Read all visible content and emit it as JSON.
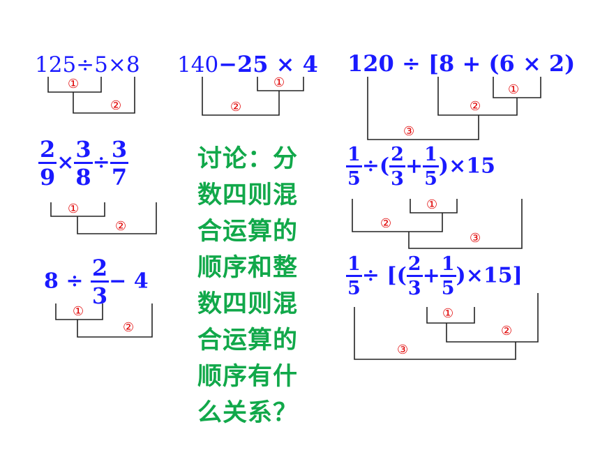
{
  "expressions": {
    "e1": {
      "text": "125÷5×8",
      "labels": [
        "①",
        "②"
      ]
    },
    "e2": {
      "a": "140",
      "b": "−25 × 4",
      "labels": [
        "①",
        "②"
      ]
    },
    "e3": {
      "text": "120 ÷ [8 + (6 × 2)",
      "labels": [
        "①",
        "②",
        "③"
      ]
    },
    "e4": {
      "f1n": "2",
      "f1d": "9",
      "op1": "×",
      "f2n": "3",
      "f2d": "8",
      "op2": "÷",
      "f3n": "3",
      "f3d": "7",
      "labels": [
        "①",
        "②"
      ]
    },
    "e5": {
      "pre": "8 ÷ ",
      "fn": "2",
      "fd": "3",
      "post": "− 4",
      "labels": [
        "①",
        "②"
      ]
    },
    "e6": {
      "f1n": "1",
      "f1d": "5",
      "op1": "÷(",
      "f2n": "2",
      "f2d": "3",
      "op2": "+",
      "f3n": "1",
      "f3d": "5",
      "tail": ")×15",
      "labels": [
        "①",
        "②",
        "③"
      ]
    },
    "e7": {
      "f1n": "1",
      "f1d": "5",
      "op1": "÷ [(",
      "f2n": "2",
      "f2d": "3",
      "op2": "+",
      "f3n": "1",
      "f3d": "5",
      "tail": ")×15]",
      "labels": [
        "①",
        "②",
        "③"
      ]
    }
  },
  "discussion": {
    "lines": [
      "讨论：分",
      "数四则混",
      "合运算的",
      "顺序和整",
      "数四则混",
      "合运算的",
      "顺序有什",
      "么关系？"
    ]
  },
  "colors": {
    "expression": "#1a1aff",
    "label": "#e00000",
    "discussion": "#11a84a",
    "bracket": "#222222"
  }
}
